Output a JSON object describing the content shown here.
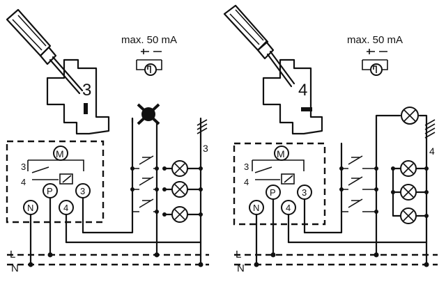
{
  "panels": [
    {
      "id": "setting-3",
      "max_current": "max. 50 mA",
      "device_number": "3",
      "wire_count": "3",
      "relay_labels": {
        "motor": "M",
        "push": "P",
        "neutral": "N",
        "term_3": "3",
        "term_4": "4"
      },
      "side_labels": [
        "3",
        "4"
      ],
      "lamp_crossed": true
    },
    {
      "id": "setting-4",
      "max_current": "max. 50 mA",
      "device_number": "4",
      "wire_count": "4",
      "relay_labels": {
        "motor": "M",
        "push": "P",
        "neutral": "N",
        "term_3": "3",
        "term_4": "4"
      },
      "side_labels": [
        "3",
        "4"
      ],
      "lamp_crossed": false
    }
  ],
  "supply": {
    "live": "L",
    "neutral": "N"
  }
}
